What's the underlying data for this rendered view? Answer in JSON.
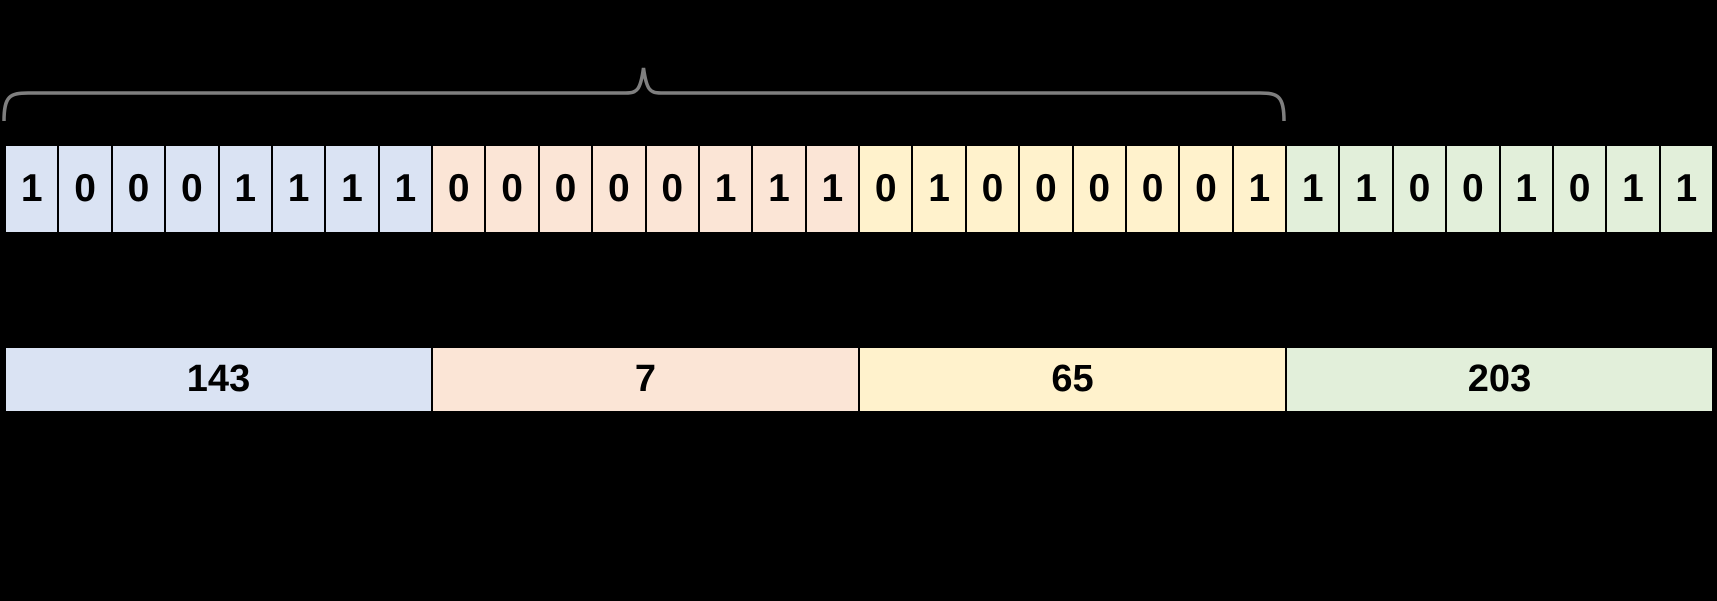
{
  "canvas": {
    "background_color": "#000000",
    "border_color": "#000000",
    "digit_color": "#000000"
  },
  "brace": {
    "color": "#7f7f7f",
    "covers_bits": 24
  },
  "binary_row": {
    "octets": [
      {
        "color": "#dae3f3",
        "bits": [
          "1",
          "0",
          "0",
          "0",
          "1",
          "1",
          "1",
          "1"
        ]
      },
      {
        "color": "#fbe5d6",
        "bits": [
          "0",
          "0",
          "0",
          "0",
          "0",
          "1",
          "1",
          "1"
        ]
      },
      {
        "color": "#fff2cc",
        "bits": [
          "0",
          "1",
          "0",
          "0",
          "0",
          "0",
          "0",
          "1"
        ]
      },
      {
        "color": "#e2efda",
        "bits": [
          "1",
          "1",
          "0",
          "0",
          "1",
          "0",
          "1",
          "1"
        ]
      }
    ]
  },
  "decimal_row": {
    "octets": [
      {
        "color": "#dae3f3",
        "value": "143"
      },
      {
        "color": "#fbe5d6",
        "value": "7"
      },
      {
        "color": "#fff2cc",
        "value": "65"
      },
      {
        "color": "#e2efda",
        "value": "203"
      }
    ]
  }
}
